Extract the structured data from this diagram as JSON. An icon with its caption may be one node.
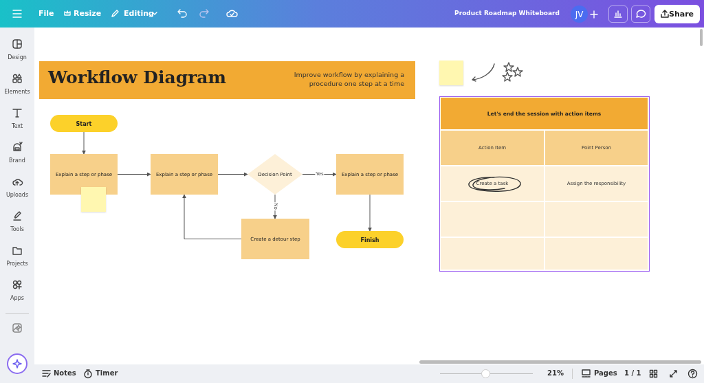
{
  "diagram": {
    "nodes": [
      {
        "text": [
          "Workflow Diagram",
          "Improve workflow by explaining a procedure one step at a time"
        ]
      },
      {
        "text": [
          "Start"
        ]
      },
      {
        "text": [
          "Explain a step or phase"
        ]
      },
      {
        "text": [
          "Explain a step or phase"
        ]
      },
      {
        "text": [
          "Decision Point"
        ]
      },
      {
        "text": [
          "Explain a step or phase"
        ]
      },
      {
        "text": [
          "Create a detour step"
        ]
      },
      {
        "text": [
          "Finish"
        ]
      }
    ],
    "edges": [
      {
        "from": 1,
        "to": 2,
        "arrow": "to"
      },
      {
        "from": 2,
        "to": 3,
        "arrow": "to"
      },
      {
        "from": 3,
        "to": 4,
        "arrow": "to"
      },
      {
        "from": 4,
        "to": 5,
        "arrow": "to",
        "label": "Yes"
      },
      {
        "from": 4,
        "to": 6,
        "arrow": "to",
        "label": "No"
      },
      {
        "from": 6,
        "to": 3,
        "arrow": "to"
      },
      {
        "from": 5,
        "to": 7,
        "arrow": "to"
      }
    ],
    "labels": [
      "File",
      "Resize",
      "Editing",
      "Product Roadmap Whiteboard",
      "JV",
      "Share",
      "Design",
      "Elements",
      "Text",
      "Brand",
      "Uploads",
      "Tools",
      "Projects",
      "Apps",
      "Let's end the session with action items",
      "Action Item",
      "Point Person",
      "Create a task",
      "Assign the responsibility",
      "Notes",
      "Timer",
      "21%",
      "Pages",
      "1 / 1"
    ]
  }
}
